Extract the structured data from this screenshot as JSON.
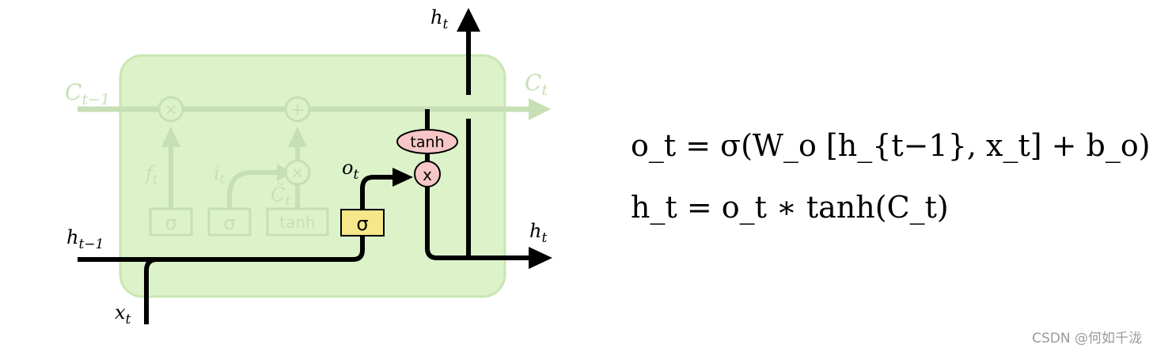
{
  "diagram": {
    "cell_state_in": {
      "main": "C",
      "sub": "t−1"
    },
    "cell_state_out": {
      "main": "C",
      "sub": "t"
    },
    "hidden_in": {
      "main": "h",
      "sub": "t−1"
    },
    "hidden_out_top": {
      "main": "h",
      "sub": "t"
    },
    "hidden_out_right": {
      "main": "h",
      "sub": "t"
    },
    "input": {
      "main": "x",
      "sub": "t"
    },
    "forget_gate_label": {
      "main": "f",
      "sub": "t"
    },
    "input_gate_label": {
      "main": "i",
      "sub": "t"
    },
    "candidate_label": {
      "main": "C̃",
      "sub": "t"
    },
    "output_gate_label": {
      "main": "o",
      "sub": "t"
    },
    "ops": {
      "multiply": "×",
      "add": "+",
      "multiply_active": "x"
    },
    "layers": {
      "sigma_1": "σ",
      "sigma_2": "σ",
      "tanh_layer": "tanh",
      "sigma_output": "σ",
      "tanh_pointwise": "tanh"
    },
    "colors": {
      "cell_bg": "#dcf3c9",
      "cell_border": "#c9e6b3",
      "faded": "#c6dfb4",
      "active_sigma": "#f6e78a",
      "active_pointwise": "#f7c6c6"
    }
  },
  "equations": {
    "eq1": "o_t = σ(W_o [h_{t−1}, x_t] + b_o)",
    "eq2": "h_t = o_t ∗ tanh(C_t)"
  },
  "watermark": "CSDN @何如千泷"
}
